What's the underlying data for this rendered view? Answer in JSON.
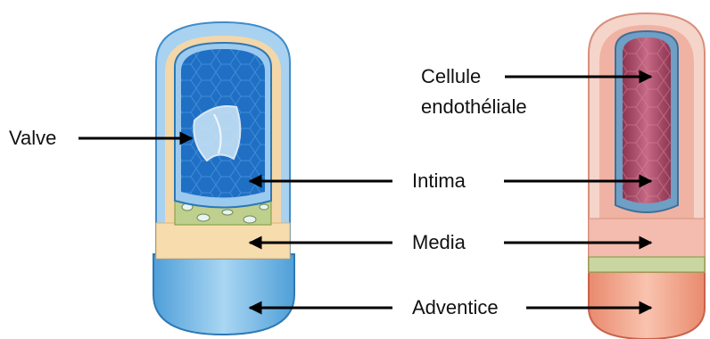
{
  "labels": {
    "valve": "Valve",
    "cellule": "Cellule",
    "endotheliale": "endothéliale",
    "intima": "Intima",
    "media": "Media",
    "adventice": "Adventice"
  },
  "colors": {
    "vein_lumen": "#1f6fc4",
    "vein_adventice": "#6fb6e6",
    "vein_media": "#f4d7a8",
    "artery_lumen": "#a84a63",
    "artery_media": "#f0b3a3",
    "artery_adventice": "#f2a488",
    "arrow": "#000000"
  }
}
